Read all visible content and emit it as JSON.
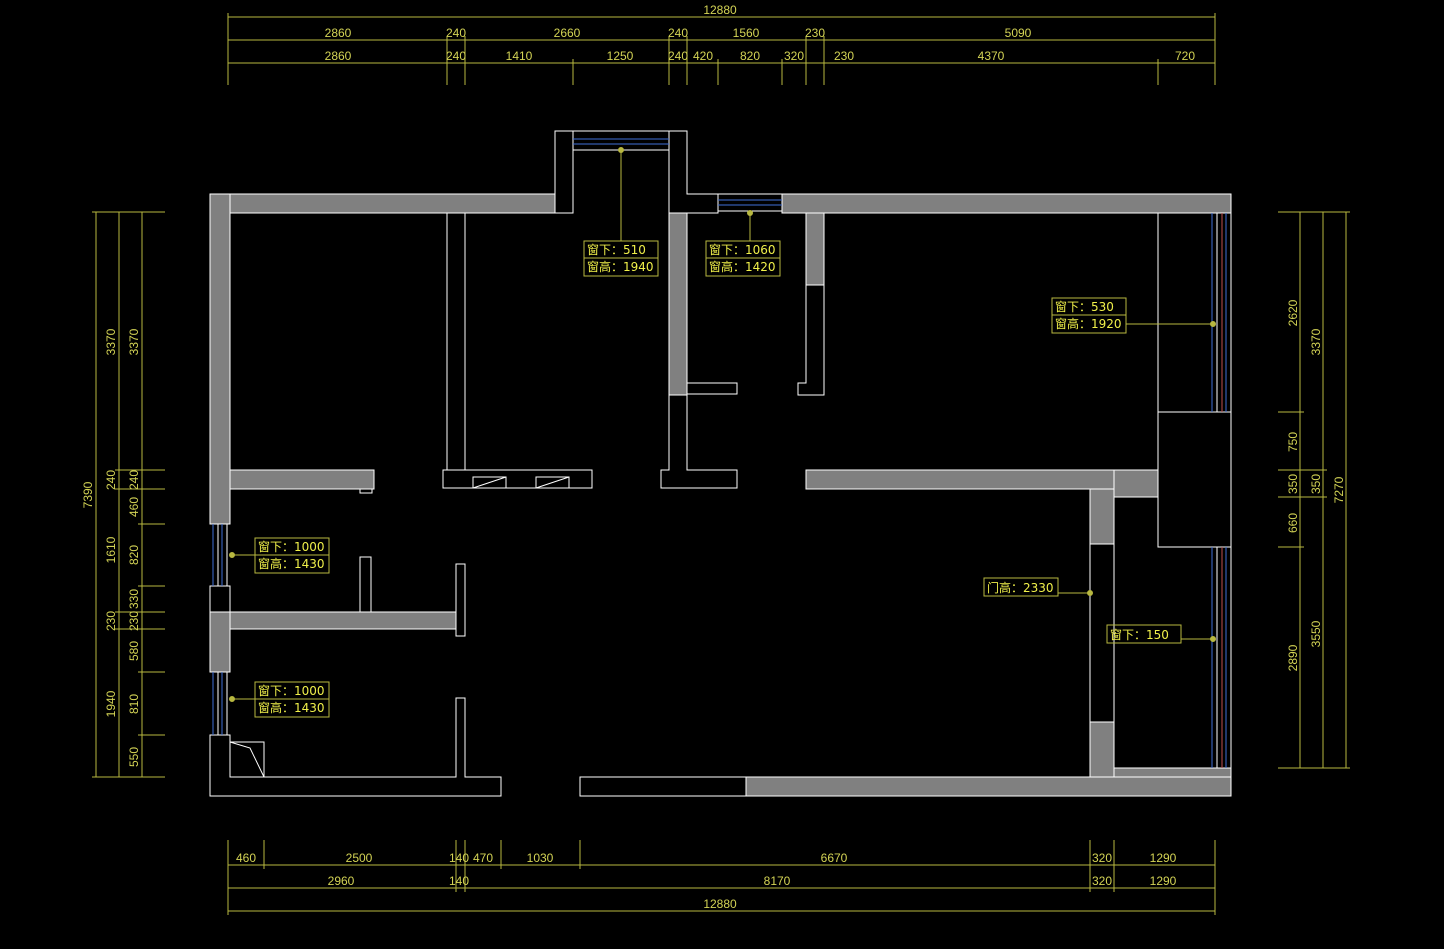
{
  "colors": {
    "background": "#000000",
    "wall": "#808080",
    "outline": "#ffffff",
    "dimension": "#d4d455",
    "annotation": "#f0f04a",
    "window_line": "#3f6fd8"
  },
  "top_dims": {
    "total": "12880",
    "row2": [
      "2860",
      "240",
      "2660",
      "240",
      "1560",
      "230",
      "5090"
    ],
    "row3": [
      "2860",
      "240",
      "1410",
      "1250",
      "240",
      "420",
      "820",
      "320",
      "230",
      "4370",
      "720"
    ]
  },
  "bottom_dims": {
    "row1": [
      "460",
      "2500",
      "140",
      "470",
      "1030",
      "6670",
      "320",
      "1290"
    ],
    "row2": [
      "2960",
      "140",
      "8170",
      "320",
      "1290"
    ],
    "total": "12880"
  },
  "left_dims": {
    "outer": "7390",
    "mid": [
      "3370",
      "240",
      "1610",
      "230",
      "1940"
    ],
    "inner": [
      "3370",
      "240",
      "460",
      "820",
      "330",
      "230",
      "580",
      "810",
      "550"
    ]
  },
  "right_dims": {
    "inner": [
      "2620",
      "750",
      "350",
      "660",
      "2890"
    ],
    "mid": [
      "3370",
      "350",
      "3550"
    ],
    "outer": "7270"
  },
  "annotations": [
    {
      "id": "top-window-1",
      "line1": "窗下：510",
      "line2": "窗高：1940"
    },
    {
      "id": "top-window-2",
      "line1": "窗下：1060",
      "line2": "窗高：1420"
    },
    {
      "id": "right-window-upper",
      "line1": "窗下：530",
      "line2": "窗高：1920"
    },
    {
      "id": "left-window-upper",
      "line1": "窗下：1000",
      "line2": "窗高：1430"
    },
    {
      "id": "left-window-lower",
      "line1": "窗下：1000",
      "line2": "窗高：1430"
    },
    {
      "id": "door-height",
      "line1": "门高：2330"
    },
    {
      "id": "right-window-lower",
      "line1": "窗下：150"
    }
  ]
}
